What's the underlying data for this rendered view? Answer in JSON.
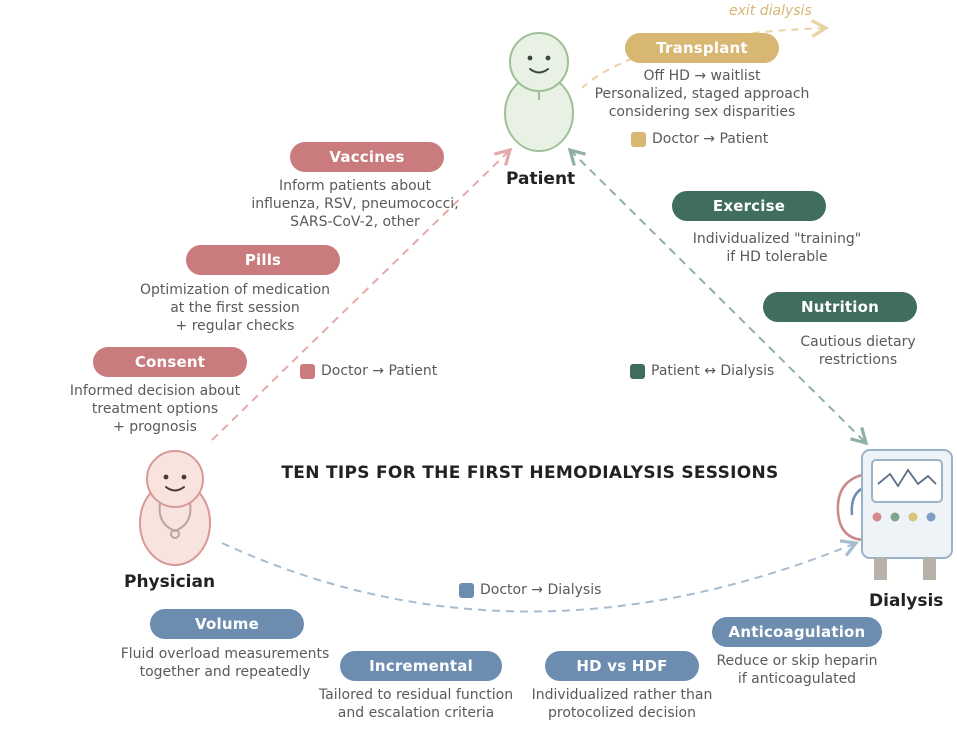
{
  "title": "TEN TIPS FOR THE FIRST HEMODIALYSIS SESSIONS",
  "actors": {
    "patient": "Patient",
    "physician": "Physician",
    "dialysis": "Dialysis"
  },
  "exit_label": "exit dialysis",
  "colors": {
    "doctor_patient": "#c97b7d",
    "patient_dialysis": "#3f6e5d",
    "doctor_dialysis": "#6c8db0",
    "transplant": "#d7b772"
  },
  "legends": {
    "doctor_patient": "Doctor → Patient",
    "patient_dialysis": "Patient ↔ Dialysis",
    "doctor_dialysis": "Doctor → Dialysis",
    "transplant": "Doctor → Patient"
  },
  "tips": {
    "transplant": {
      "label": "Transplant",
      "lines": [
        "Off HD → waitlist",
        "Personalized, staged approach",
        "considering sex disparities"
      ]
    },
    "vaccines": {
      "label": "Vaccines",
      "lines": [
        "Inform patients about",
        "influenza, RSV, pneumococci,",
        "SARS-CoV-2, other"
      ]
    },
    "pills": {
      "label": "Pills",
      "lines": [
        "Optimization of medication",
        "at the first session",
        "+ regular checks"
      ]
    },
    "consent": {
      "label": "Consent",
      "lines": [
        "Informed decision about",
        "treatment options",
        "+ prognosis"
      ]
    },
    "exercise": {
      "label": "Exercise",
      "lines": [
        "Individualized \"training\"",
        "if HD tolerable"
      ]
    },
    "nutrition": {
      "label": "Nutrition",
      "lines": [
        "Cautious dietary",
        "restrictions"
      ]
    },
    "volume": {
      "label": "Volume",
      "lines": [
        "Fluid overload measurements",
        "together and repeatedly"
      ]
    },
    "incremental": {
      "label": "Incremental",
      "lines": [
        "Tailored to residual function",
        "and escalation criteria"
      ]
    },
    "hdvshdf": {
      "label": "HD vs HDF",
      "lines": [
        "Individualized rather than",
        "protocolized decision"
      ]
    },
    "anticoagulation": {
      "label": "Anticoagulation",
      "lines": [
        "Reduce or skip heparin",
        "if anticoagulated"
      ]
    }
  }
}
